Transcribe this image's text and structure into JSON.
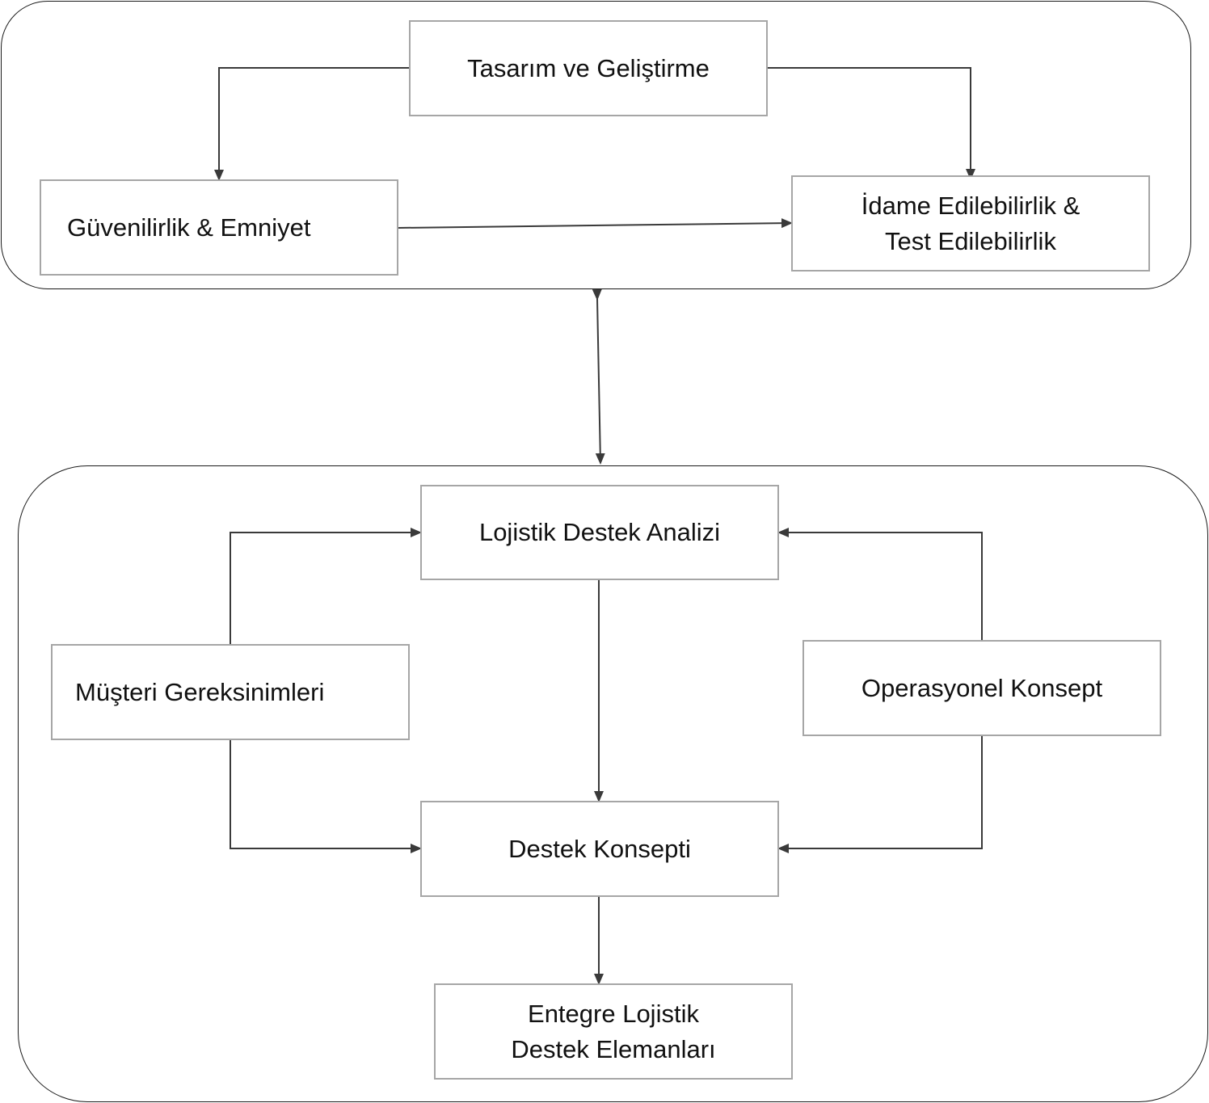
{
  "top_group": {
    "design": "Tasarım ve Geliştirme",
    "reliability": "Güvenilirlik & Emniyet",
    "sustainability": "İdame Edilebilirlik &\nTest Edilebilirlik"
  },
  "bottom_group": {
    "lsa": "Lojistik Destek Analizi",
    "customer": "Müşteri Gereksinimleri",
    "operational": "Operasyonel Konsept",
    "support": "Destek Konsepti",
    "ils": "Entegre Lojistik\nDestek Elemanları"
  },
  "colors": {
    "box_border": "#a6a6a6",
    "group_border": "#1a1a1a",
    "arrow": "#3a3a3a",
    "text": "#111111"
  }
}
